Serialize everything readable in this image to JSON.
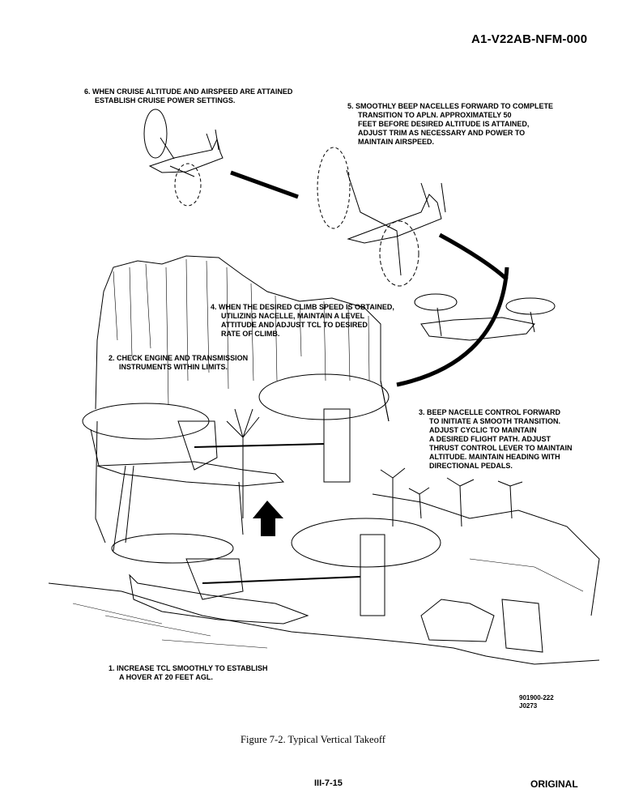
{
  "header": {
    "doc_id": "A1-V22AB-NFM-000"
  },
  "steps": {
    "step6": [
      "6. WHEN CRUISE ALTITUDE AND AIRSPEED ARE ATTAINED",
      "ESTABLISH CRUISE POWER SETTINGS."
    ],
    "step5": [
      "5. SMOOTHLY BEEP NACELLES FORWARD TO COMPLETE",
      "TRANSITION TO APLN. APPROXIMATELY 50",
      "FEET BEFORE DESIRED ALTITUDE IS ATTAINED,",
      "ADJUST TRIM AS NECESSARY AND POWER TO",
      "MAINTAIN AIRSPEED."
    ],
    "step4": [
      "4. WHEN THE DESIRED CLIMB SPEED IS OBTAINED,",
      "UTILIZING NACELLE, MAINTAIN A LEVEL",
      "ATTITUDE AND ADJUST TCL TO DESIRED",
      "RATE OF CLIMB."
    ],
    "step2": [
      "2. CHECK ENGINE AND TRANSMISSION",
      "INSTRUMENTS WITHIN LIMITS."
    ],
    "step3": [
      "3. BEEP NACELLE CONTROL FORWARD",
      "TO INITIATE A SMOOTH TRANSITION.",
      "ADJUST CYCLIC TO MAINTAIN",
      "A DESIRED FLIGHT PATH. ADJUST",
      "THRUST CONTROL LEVER TO MAINTAIN",
      "ALTITUDE. MAINTAIN HEADING WITH",
      "DIRECTIONAL PEDALS."
    ],
    "step1": [
      "1. INCREASE TCL SMOOTHLY TO ESTABLISH",
      "A HOVER AT 20 FEET AGL."
    ]
  },
  "figure_ref": [
    "901900-222",
    "J0273"
  ],
  "figure_title": "Figure 7-2. Typical Vertical Takeoff",
  "footer": {
    "page": "III-7-15",
    "status": "ORIGINAL"
  },
  "icons": [
    "tiltrotor-aircraft-icon",
    "palm-tree-icon",
    "cliff-icon",
    "up-arrow-icon"
  ]
}
